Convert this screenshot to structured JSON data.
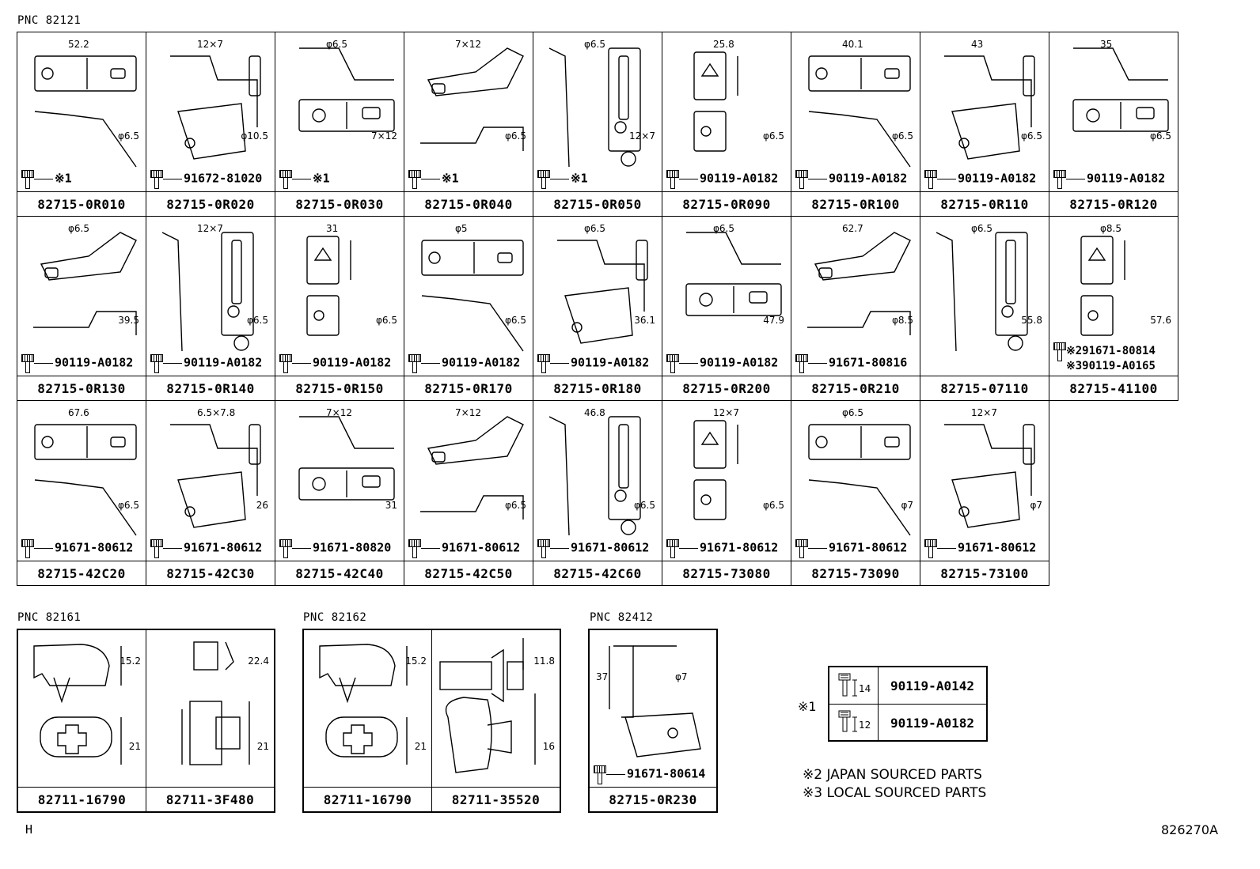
{
  "page_code": "826270A",
  "corner_letter": "H",
  "sections": [
    {
      "pnc": "PNC  82121"
    },
    {
      "pnc": "PNC  82161"
    },
    {
      "pnc": "PNC  82162"
    },
    {
      "pnc": "PNC  82412"
    }
  ],
  "bracket_rows": [
    [
      {
        "part": "82715-0R010",
        "fastener": "※1",
        "dims": [
          "52.2",
          "φ6.5"
        ]
      },
      {
        "part": "82715-0R020",
        "fastener": "91672-81020",
        "dims": [
          "12×7",
          "φ10.5"
        ]
      },
      {
        "part": "82715-0R030",
        "fastener": "※1",
        "dims": [
          "φ6.5",
          "7×12"
        ]
      },
      {
        "part": "82715-0R040",
        "fastener": "※1",
        "dims": [
          "7×12",
          "φ6.5"
        ]
      },
      {
        "part": "82715-0R050",
        "fastener": "※1",
        "dims": [
          "φ6.5",
          "12×7"
        ]
      },
      {
        "part": "82715-0R090",
        "fastener": "90119-A0182",
        "dims": [
          "25.8",
          "φ6.5"
        ]
      },
      {
        "part": "82715-0R100",
        "fastener": "90119-A0182",
        "dims": [
          "40.1",
          "φ6.5"
        ]
      },
      {
        "part": "82715-0R110",
        "fastener": "90119-A0182",
        "dims": [
          "43",
          "φ6.5"
        ]
      },
      {
        "part": "82715-0R120",
        "fastener": "90119-A0182",
        "dims": [
          "35",
          "φ6.5"
        ]
      }
    ],
    [
      {
        "part": "82715-0R130",
        "fastener": "90119-A0182",
        "dims": [
          "φ6.5",
          "39.5"
        ]
      },
      {
        "part": "82715-0R140",
        "fastener": "90119-A0182",
        "dims": [
          "12×7",
          "φ6.5"
        ]
      },
      {
        "part": "82715-0R150",
        "fastener": "90119-A0182",
        "dims": [
          "31",
          "φ6.5"
        ]
      },
      {
        "part": "82715-0R170",
        "fastener": "90119-A0182",
        "dims": [
          "φ5",
          "φ6.5"
        ]
      },
      {
        "part": "82715-0R180",
        "fastener": "90119-A0182",
        "dims": [
          "φ6.5",
          "36.1"
        ]
      },
      {
        "part": "82715-0R200",
        "fastener": "90119-A0182",
        "dims": [
          "φ6.5",
          "47.9"
        ]
      },
      {
        "part": "82715-0R210",
        "fastener": "91671-80816",
        "dims": [
          "62.7",
          "φ8.5"
        ]
      },
      {
        "part": "82715-07110",
        "fastener": "",
        "dims": [
          "φ6.5",
          "55.8"
        ]
      },
      {
        "part": "82715-41100",
        "fastener": "※291671-80814",
        "fastener2": "※390119-A0165",
        "dims": [
          "φ8.5",
          "57.6"
        ]
      }
    ],
    [
      {
        "part": "82715-42C20",
        "fastener": "91671-80612",
        "dims": [
          "67.6",
          "φ6.5"
        ]
      },
      {
        "part": "82715-42C30",
        "fastener": "91671-80612",
        "dims": [
          "6.5×7.8",
          "26"
        ]
      },
      {
        "part": "82715-42C40",
        "fastener": "91671-80820",
        "dims": [
          "7×12",
          "31"
        ]
      },
      {
        "part": "82715-42C50",
        "fastener": "91671-80612",
        "dims": [
          "7×12",
          "φ6.5"
        ]
      },
      {
        "part": "82715-42C60",
        "fastener": "91671-80612",
        "dims": [
          "46.8",
          "φ6.5"
        ]
      },
      {
        "part": "82715-73080",
        "fastener": "91671-80612",
        "dims": [
          "12×7",
          "φ6.5"
        ]
      },
      {
        "part": "82715-73090",
        "fastener": "91671-80612",
        "dims": [
          "φ6.5",
          "φ7"
        ]
      },
      {
        "part": "82715-73100",
        "fastener": "91671-80612",
        "dims": [
          "12×7",
          "φ7"
        ]
      }
    ]
  ],
  "clips_82161": [
    {
      "part": "82711-16790",
      "dims": [
        "15.2",
        "21"
      ]
    },
    {
      "part": "82711-3F480",
      "dims": [
        "22.4",
        "21"
      ]
    }
  ],
  "clips_82162": [
    {
      "part": "82711-16790",
      "dims": [
        "15.2",
        "21"
      ]
    },
    {
      "part": "82711-35520",
      "dims": [
        "11.8",
        "16"
      ]
    }
  ],
  "bracket_82412": {
    "part": "82715-0R230",
    "fastener": "91671-80614",
    "dims": [
      "37",
      "φ7"
    ]
  },
  "legend": {
    "marker": "※1",
    "rows": [
      {
        "length": "14",
        "part": "90119-A0142"
      },
      {
        "length": "12",
        "part": "90119-A0182"
      }
    ]
  },
  "notes": [
    "※2 JAPAN SOURCED PARTS",
    "※3 LOCAL SOURCED PARTS"
  ]
}
